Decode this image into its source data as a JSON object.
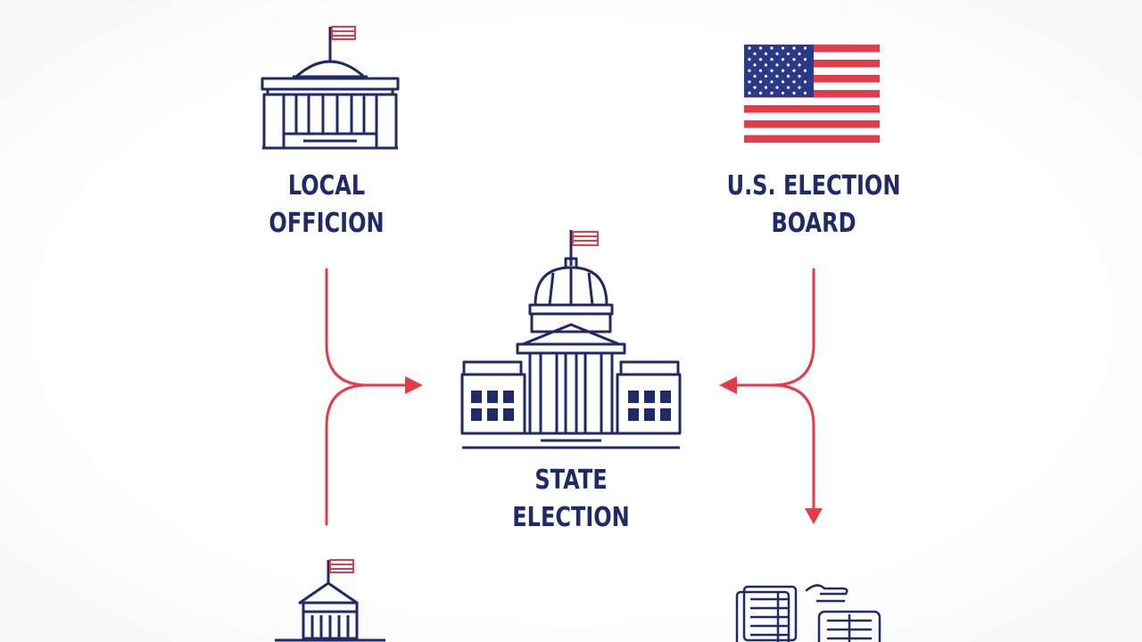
{
  "nodes": {
    "local": {
      "line1": "LOCAL",
      "line2": "OFFICION",
      "icon": "small-capitol-building-icon"
    },
    "us_board": {
      "line1": "U.S. ELECTION",
      "line2": "BOARD",
      "icon": "us-flag-icon"
    },
    "state": {
      "line1": "STATE",
      "line2": "ELECTION",
      "icon": "state-capitol-building-icon"
    },
    "bottom_left": {
      "icon": "small-capitol-building-icon"
    },
    "bottom_right": {
      "icon": "documents-icon"
    }
  },
  "colors": {
    "ink": "#1f2a66",
    "accent": "#e23b4a",
    "flag_blue": "#2b3a86"
  }
}
